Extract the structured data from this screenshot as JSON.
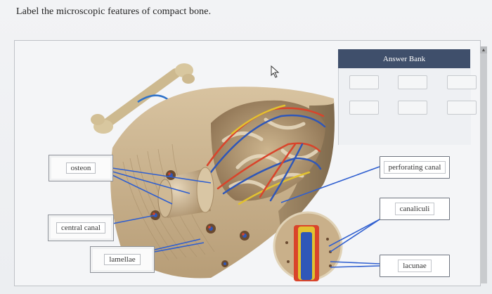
{
  "question": {
    "text": "Label the microscopic features of compact bone."
  },
  "answer_bank": {
    "title": "Answer Bank",
    "items": [
      {
        "label": "perforating canal"
      },
      {
        "label": "canaliculi"
      },
      {
        "label": "lacunae"
      }
    ]
  },
  "placed_labels": [
    {
      "label": "osteon"
    },
    {
      "label": "central canal"
    },
    {
      "label": "lamellae"
    }
  ],
  "colors": {
    "bank_header": "#3f4f6b",
    "leader_line": "#2f5fd0",
    "bone_tan": "#c9b08a",
    "vessel_red": "#d9442b",
    "vessel_blue": "#2f57b8",
    "vessel_yellow": "#e2c230"
  }
}
